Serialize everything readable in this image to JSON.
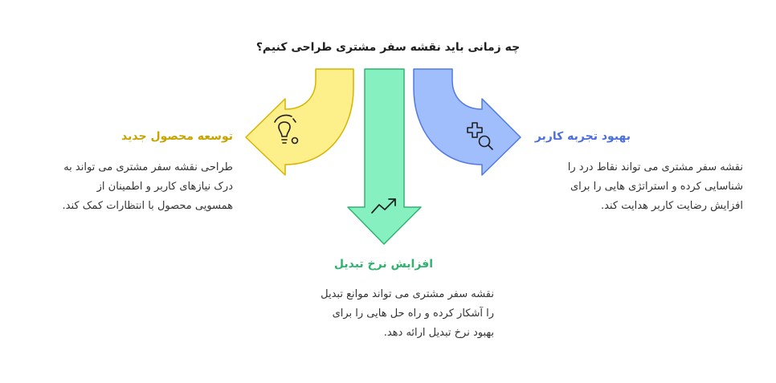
{
  "title": "چه زمانی باید نقشه سفر مشتری طراحی کنیم؟",
  "colors": {
    "yellow_fill": "#FDF08B",
    "yellow_stroke": "#D6B400",
    "yellow_text": "#C7A400",
    "green_fill": "#86F0C0",
    "green_stroke": "#2FB46E",
    "green_text": "#2FB46E",
    "blue_fill": "#A0BEFB",
    "blue_stroke": "#5078E6",
    "blue_text": "#4A6FD8"
  },
  "branches": {
    "left": {
      "icon": "lightbulb-idea-icon",
      "heading": "توسعه محصول جدید",
      "lines": [
        "طراحی نقشه سفر مشتری می تواند به",
        "درک نیازهای کاربر و اطمینان از",
        "همسویی محصول با انتظارات کمک کند."
      ]
    },
    "center": {
      "icon": "trend-up-icon",
      "heading": "افزایش نرخ تبدیل",
      "lines": [
        "نقشه سفر مشتری می تواند موانع تبدیل",
        "را آشکار کرده و راه حل هایی را برای",
        "بهبود نرخ تبدیل ارائه دهد."
      ]
    },
    "right": {
      "icon": "first-aid-search-icon",
      "heading": "بهبود تجربه کاربر",
      "lines": [
        "نقشه سفر مشتری می تواند نقاط درد را",
        "شناسایی کرده و استراتژی هایی را برای",
        "افزایش رضایت کاربر هدایت کند."
      ]
    }
  }
}
